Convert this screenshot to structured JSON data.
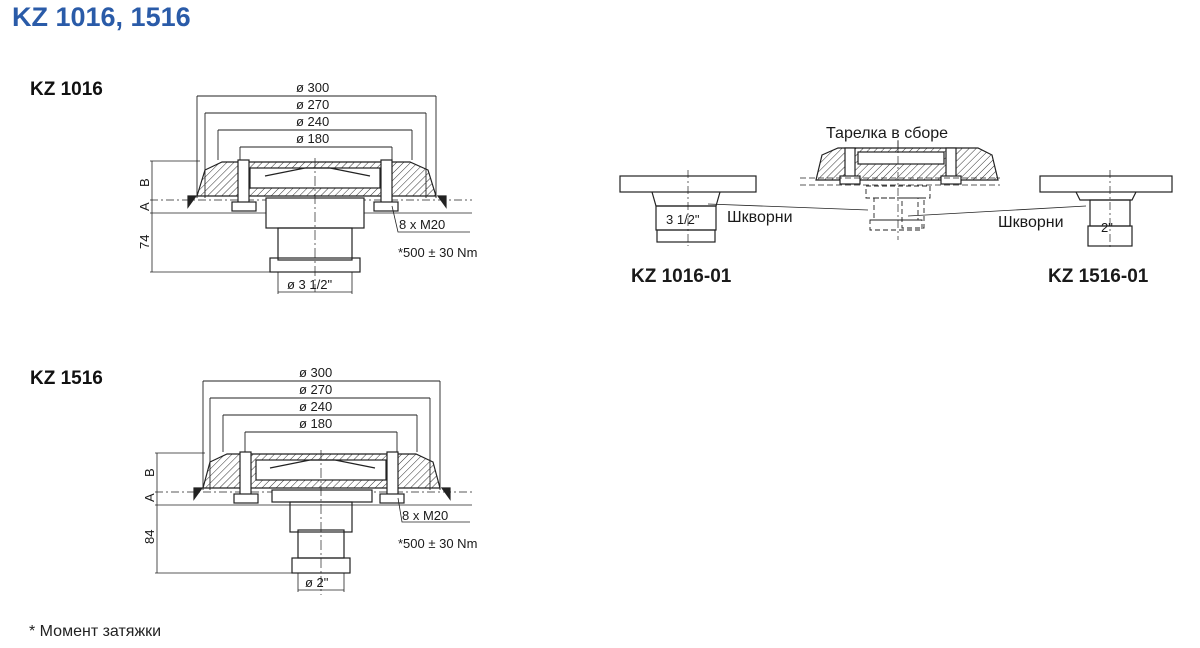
{
  "page": {
    "title": "KZ 1016, 1516",
    "footnote": "* Момент затяжки"
  },
  "kz1016": {
    "label": "KZ 1016",
    "dims": [
      "ø 300",
      "ø 270",
      "ø 240",
      "ø 180"
    ],
    "bolts": "8 x M20",
    "torque": "*500 ± 30 Nm",
    "height": "74",
    "dim_a": "A",
    "dim_b": "B",
    "pin": "ø 3 1/2\""
  },
  "kz1516": {
    "label": "KZ 1516",
    "dims": [
      "ø 300",
      "ø 270",
      "ø 240",
      "ø 180"
    ],
    "bolts": "8 x M20",
    "torque": "*500 ± 30 Nm",
    "height": "84",
    "dim_a": "A",
    "dim_b": "B",
    "pin": "ø 2\""
  },
  "assembly": {
    "plate_label": "Тарелка в сборе",
    "kingpins_left": "Шкворни",
    "kingpins_right": "Шкворни",
    "left_model": "KZ 1016-01",
    "right_model": "KZ 1516-01",
    "left_pin": "3 1/2\"",
    "right_pin": "2\""
  },
  "colors": {
    "title": "#2a5ba8",
    "ink": "#1a1a1a"
  }
}
